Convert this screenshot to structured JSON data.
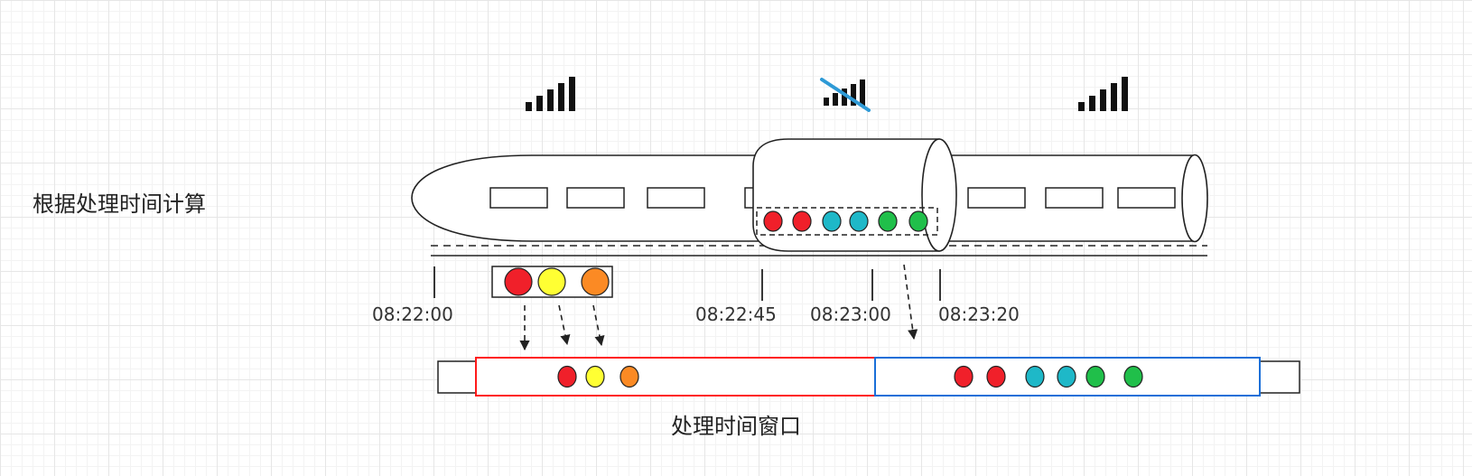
{
  "title": "根据处理时间计算",
  "window_label": "处理时间窗口",
  "timestamps": [
    "08:22:00",
    "08:22:45",
    "08:23:00",
    "08:23:20"
  ],
  "signal_icons": [
    {
      "name": "signal-strong-icon",
      "state": "full"
    },
    {
      "name": "signal-off-icon",
      "state": "no-signal"
    },
    {
      "name": "signal-strong-icon",
      "state": "full"
    }
  ],
  "colors": {
    "red": "#f0202a",
    "yellow": "#ffff33",
    "orange": "#fb8a24",
    "cyan": "#1eb8c8",
    "green": "#20bf4a",
    "window_red": "#ff1a1a",
    "window_blue": "#1a6fd8",
    "strike_blue": "#2e9ad6"
  },
  "events_on_time": [
    "red",
    "yellow",
    "orange"
  ],
  "events_delayed_in_tunnel": [
    "red",
    "red",
    "cyan",
    "cyan",
    "green",
    "green"
  ],
  "window_1_events": [
    "red",
    "yellow",
    "orange"
  ],
  "window_2_events": [
    "red",
    "red",
    "cyan",
    "cyan",
    "green",
    "green"
  ]
}
